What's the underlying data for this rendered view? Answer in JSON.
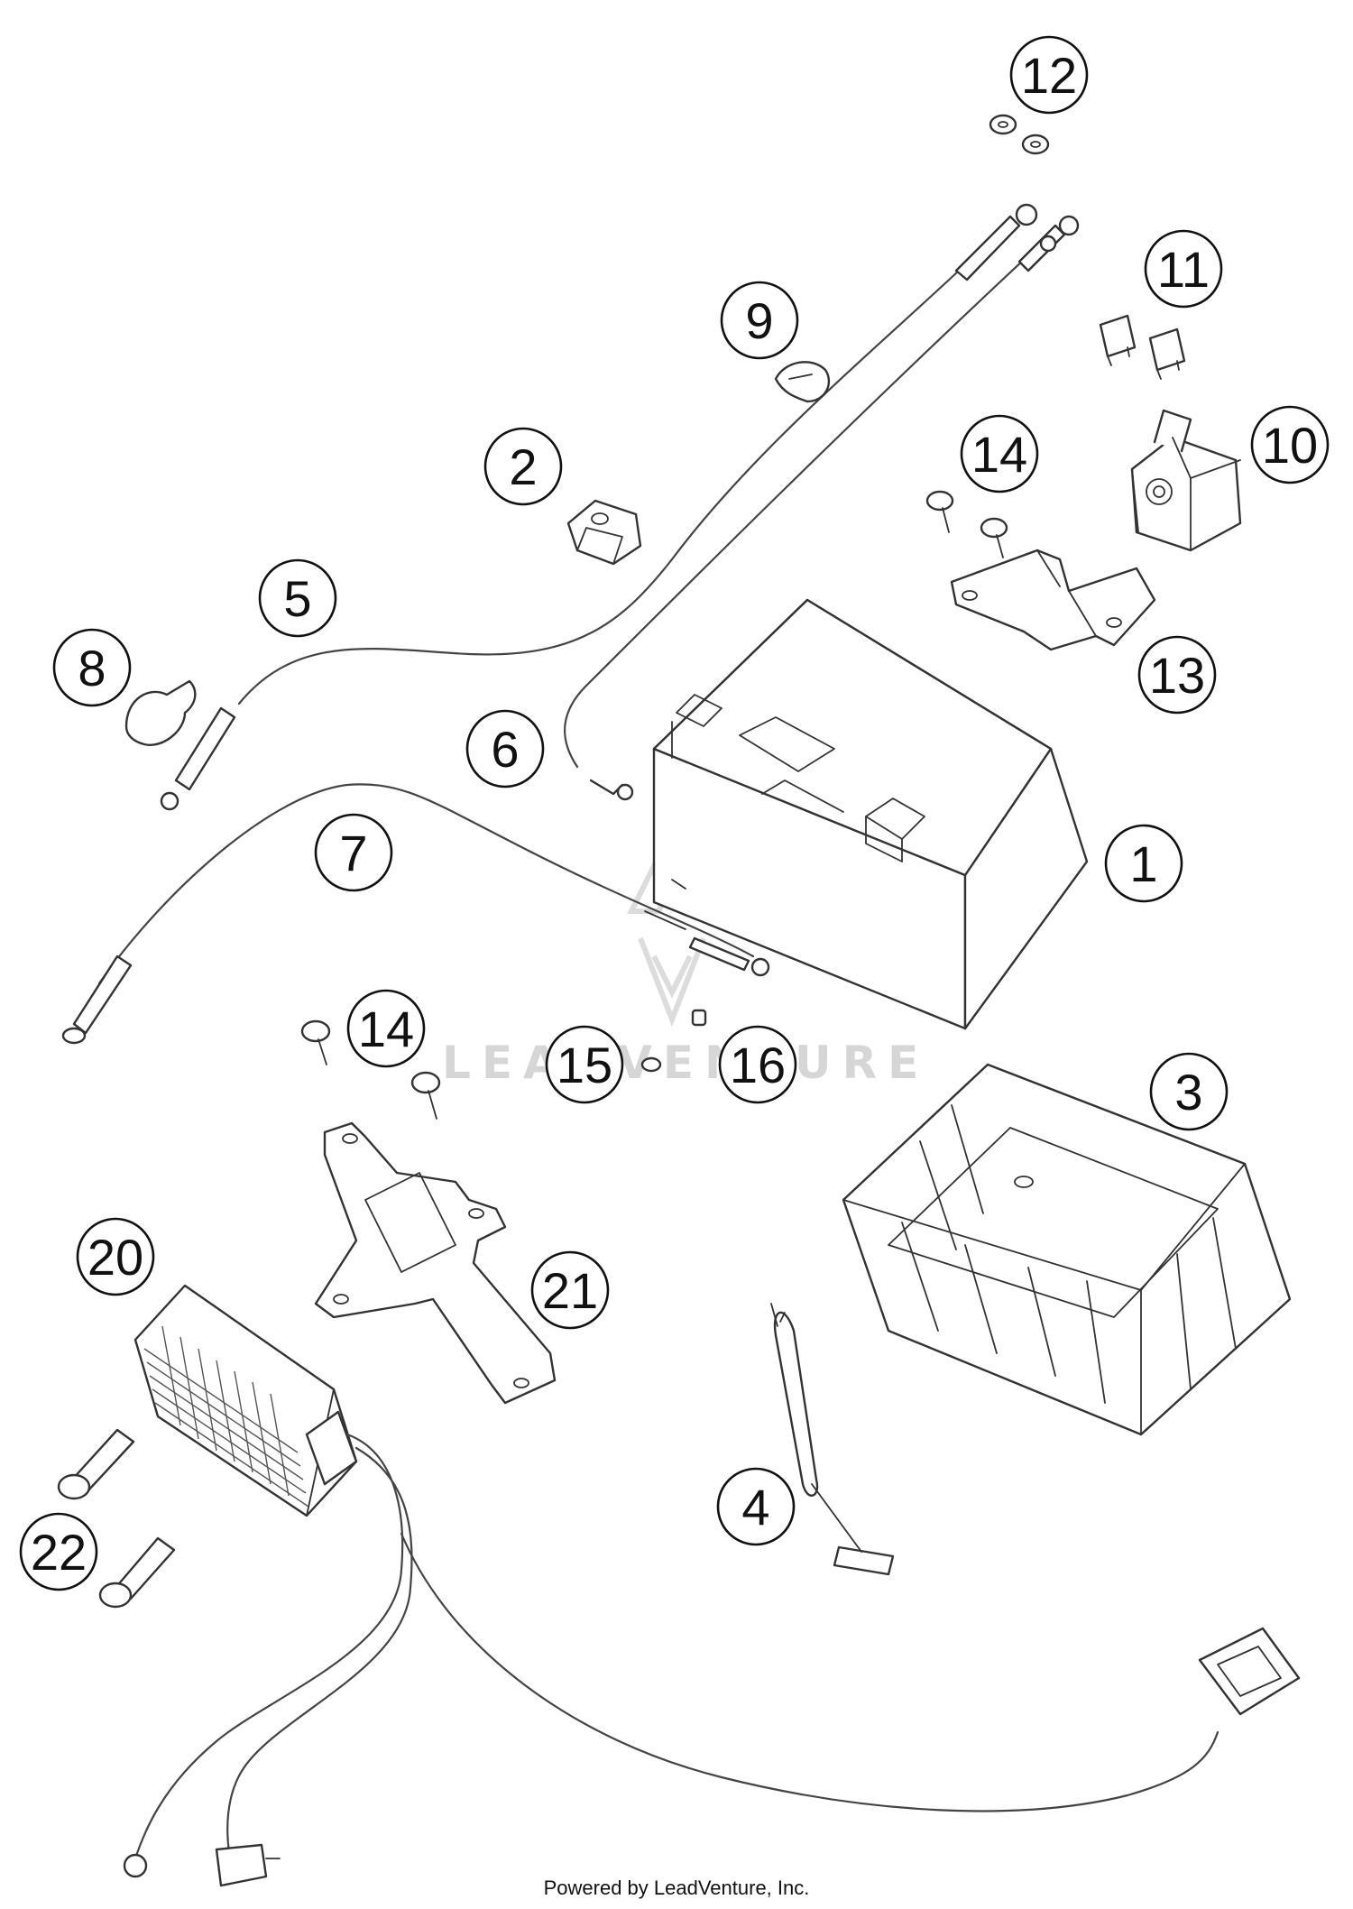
{
  "watermark": {
    "text": "LEADVENTURE"
  },
  "footer": {
    "text": "Powered by LeadVenture, Inc."
  },
  "callouts": [
    {
      "id": "c1",
      "label": "1"
    },
    {
      "id": "c2",
      "label": "2"
    },
    {
      "id": "c3",
      "label": "3"
    },
    {
      "id": "c4",
      "label": "4"
    },
    {
      "id": "c5",
      "label": "5"
    },
    {
      "id": "c6",
      "label": "6"
    },
    {
      "id": "c7",
      "label": "7"
    },
    {
      "id": "c8",
      "label": "8"
    },
    {
      "id": "c9",
      "label": "9"
    },
    {
      "id": "c10",
      "label": "10"
    },
    {
      "id": "c11",
      "label": "11"
    },
    {
      "id": "c12",
      "label": "12"
    },
    {
      "id": "c13",
      "label": "13"
    },
    {
      "id": "c14a",
      "label": "14"
    },
    {
      "id": "c14b",
      "label": "14"
    },
    {
      "id": "c15",
      "label": "15"
    },
    {
      "id": "c16",
      "label": "16"
    },
    {
      "id": "c20",
      "label": "20"
    },
    {
      "id": "c21",
      "label": "21"
    },
    {
      "id": "c22",
      "label": "22"
    }
  ]
}
